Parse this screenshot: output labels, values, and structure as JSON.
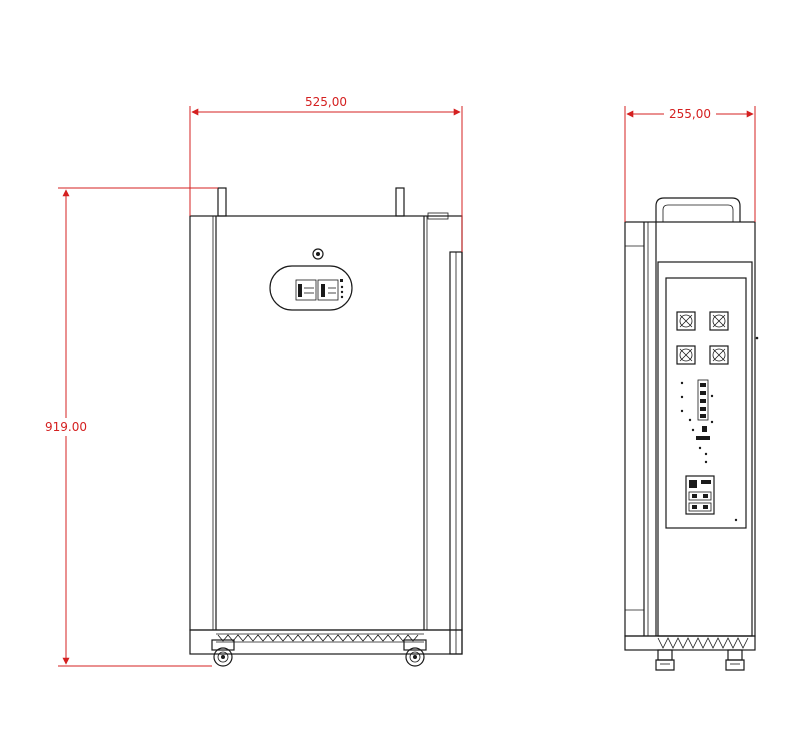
{
  "dimensions": {
    "front_width": "525,00",
    "front_height": "919.00",
    "side_width": "255,00"
  },
  "colors": {
    "dimension": "#d42020",
    "outline": "#1a1a1a",
    "background": "#ffffff"
  },
  "icons": [
    "caster-wheel-icon",
    "fan-grille-icon",
    "display-panel-icon",
    "handle-icon"
  ]
}
